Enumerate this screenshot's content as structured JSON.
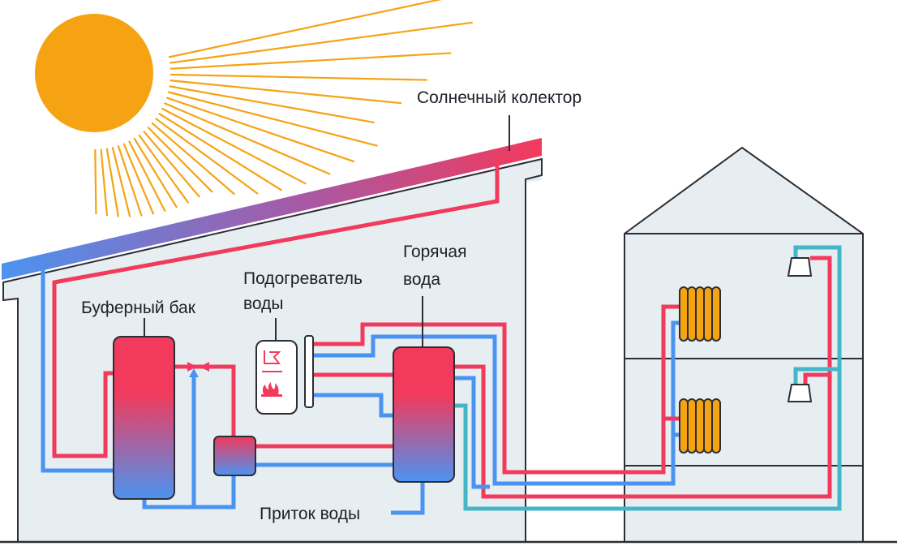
{
  "labels": {
    "collector": "Солнечный колектор",
    "buffer_tank": "Буферный бак",
    "heater_line1": "Подогреватель",
    "heater_line2": "воды",
    "hot_water_line1": "Горячая",
    "hot_water_line2": "вода",
    "water_inlet": "Приток воды"
  },
  "colors": {
    "hot": "#f23a5c",
    "cold": "#4b93f0",
    "return": "#45b5c8",
    "sun": "#f5a313",
    "wall": "#e6eef2",
    "outline": "#2d2d35",
    "radiator": "#f5a313"
  },
  "icons": {
    "sun": "sun-icon",
    "flame": "flame-icon",
    "radiator": "radiator-icon",
    "shower": "shower-icon"
  }
}
